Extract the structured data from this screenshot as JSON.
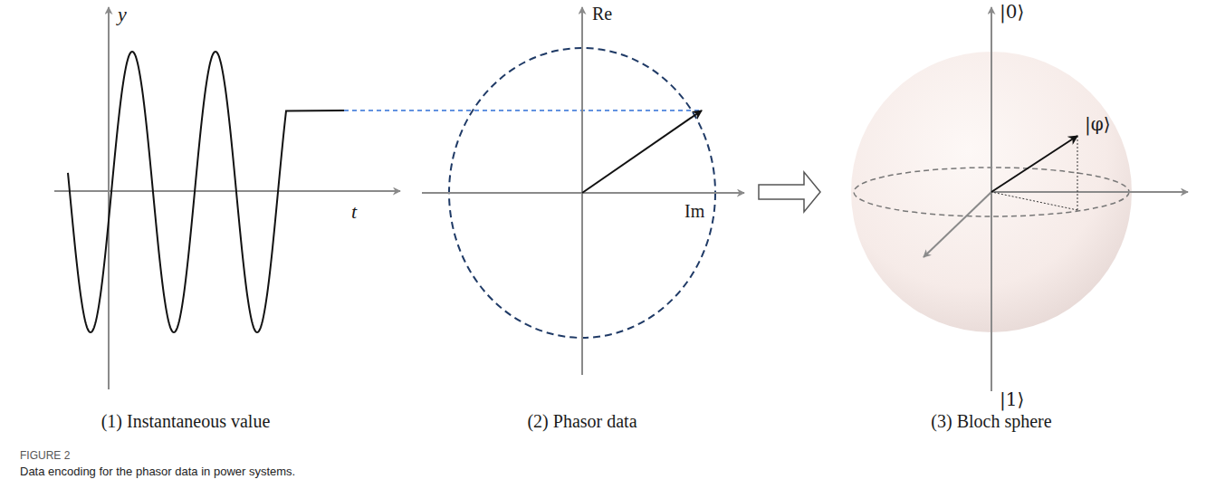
{
  "diagram": {
    "caption": "Data encoding for the phasor data in power systems.",
    "labels": [
      "y",
      "t",
      "(1) Instantaneous value",
      "Re",
      "Im",
      "(2) Phasor data",
      "|0⟩",
      "|φ⟩",
      "|1⟩",
      "(3) Bloch sphere",
      "FIGURE 2"
    ]
  }
}
